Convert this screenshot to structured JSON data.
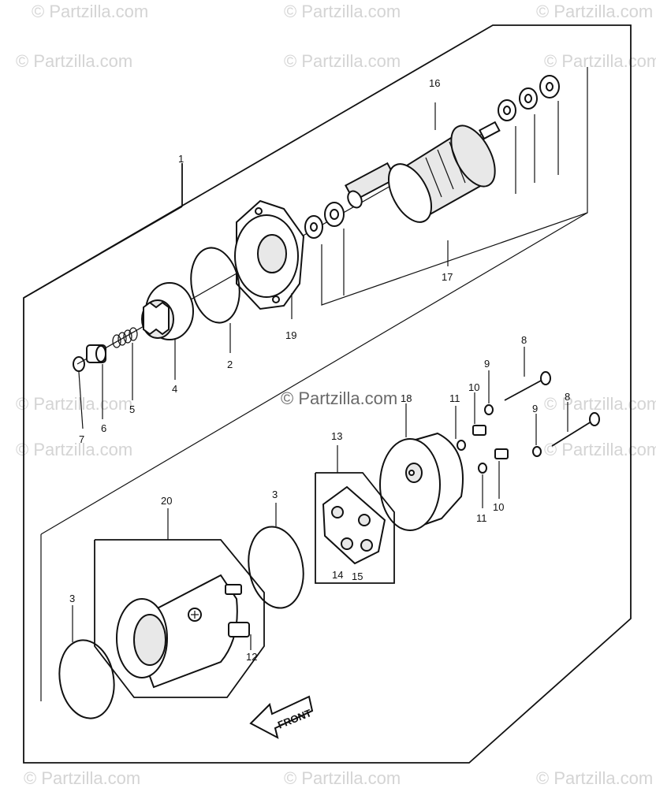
{
  "diagram": {
    "watermark": "© Partzilla.com",
    "front_label": "FRONT",
    "callouts": [
      {
        "key": "c1",
        "text": "1"
      },
      {
        "key": "c16",
        "text": "16"
      },
      {
        "key": "c17",
        "text": "17"
      },
      {
        "key": "c19",
        "text": "19"
      },
      {
        "key": "c2",
        "text": "2"
      },
      {
        "key": "c4",
        "text": "4"
      },
      {
        "key": "c5",
        "text": "5"
      },
      {
        "key": "c6",
        "text": "6"
      },
      {
        "key": "c7",
        "text": "7"
      },
      {
        "key": "c8a",
        "text": "8"
      },
      {
        "key": "c9a",
        "text": "9"
      },
      {
        "key": "c10a",
        "text": "10"
      },
      {
        "key": "c11a",
        "text": "11"
      },
      {
        "key": "c18",
        "text": "18"
      },
      {
        "key": "c8b",
        "text": "8"
      },
      {
        "key": "c9b",
        "text": "9"
      },
      {
        "key": "c11b",
        "text": "11"
      },
      {
        "key": "c10b",
        "text": "10"
      },
      {
        "key": "c13",
        "text": "13"
      },
      {
        "key": "c20",
        "text": "20"
      },
      {
        "key": "c3a",
        "text": "3"
      },
      {
        "key": "c3b",
        "text": "3"
      },
      {
        "key": "c14",
        "text": "14"
      },
      {
        "key": "c15",
        "text": "15"
      },
      {
        "key": "c12",
        "text": "12"
      }
    ]
  }
}
